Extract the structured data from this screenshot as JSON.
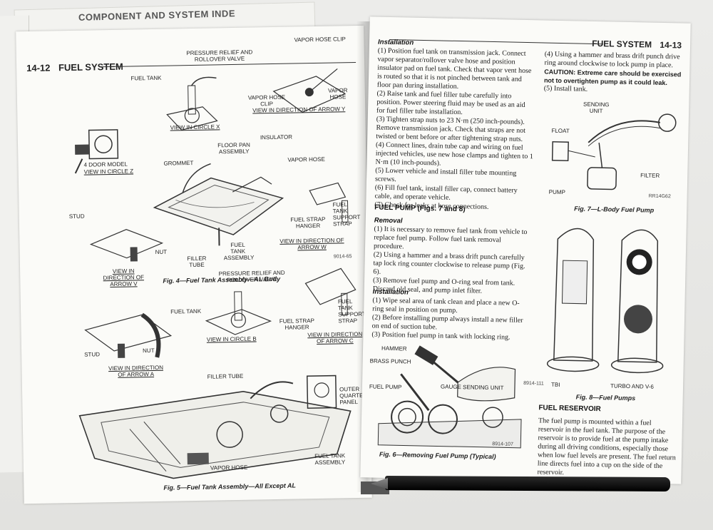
{
  "behind_page": {
    "header": "COMPONENT AND SYSTEM INDE"
  },
  "left_page": {
    "page_number": "14-12",
    "section": "FUEL SYSTEM",
    "labels": {
      "vapor_hose_clip": "VAPOR HOSE CLIP",
      "pressure_relief": "PRESSURE RELIEF AND ROLLOVER VALVE",
      "fuel_tank": "FUEL TANK",
      "vapor_hose_clip_2": "VAPOR HOSE CLIP",
      "vapor_hose": "VAPOR HOSE",
      "view_circle_x": "VIEW IN CIRCLE X",
      "view_arrow_y": "VIEW IN DIRECTION OF ARROW Y",
      "four_door": "4 DOOR MODEL",
      "view_circle_z": "VIEW IN CIRCLE Z",
      "insulator": "INSULATOR",
      "floor_pan": "FLOOR PAN ASSEMBLY",
      "grommet": "GROMMET",
      "vapor_hose_3": "VAPOR HOSE",
      "fuel_tank_support": "FUEL TANK SUPPORT STRAP",
      "fuel_strap_hanger": "FUEL STRAP HANGER",
      "view_arrow_w": "VIEW IN DIRECTION OF ARROW W",
      "stud": "STUD",
      "nut": "NUT",
      "filler_tube": "FILLER TUBE",
      "fuel_tank_assembly": "FUEL TANK ASSEMBLY",
      "view_arrow_v": "VIEW IN DIRECTION OF ARROW V",
      "pressure_relief_2": "PRESSURE RELIEF AND ROLLOVER VALVE",
      "fuel_tank_2": "FUEL TANK",
      "fuel_tank_support_2": "FUEL TANK SUPPORT STRAP",
      "fuel_strap_hanger_2": "FUEL STRAP HANGER",
      "stud_2": "STUD",
      "nut_2": "NUT",
      "view_circle_b": "VIEW IN CIRCLE B",
      "view_arrow_c": "VIEW IN DIRECTION OF ARROW C",
      "view_arrow_a": "VIEW IN DIRECTION OF ARROW A",
      "filler_tube_2": "FILLER TUBE",
      "outer_quarter": "OUTER QUARTER PANEL",
      "vapor_hose_4": "VAPOR HOSE",
      "fuel_tank_assembly_2": "FUEL TANK ASSEMBLY",
      "code_1": "9014-65"
    },
    "fig4": "Fig. 4—Fuel Tank Assembly—AL Body",
    "fig5": "Fig. 5—Fuel Tank Assembly—All Except AL"
  },
  "right_page": {
    "section": "FUEL SYSTEM",
    "page_number": "14-13",
    "installation_heading": "Installation",
    "installation_steps": [
      "(1) Position fuel tank on transmission jack. Connect vapor separator/rollover valve hose and position insulator pad on fuel tank. Check that vapor vent hose is routed so that it is not pinched between tank and floor pan during installation.",
      "(2) Raise tank and fuel filler tube carefully into position. Power steering fluid may be used as an aid for fuel filler tube installation.",
      "(3) Tighten strap nuts to 23 N·m (250 inch-pounds). Remove transmission jack. Check that straps are not twisted or bent before or after tightening strap nuts.",
      "(4) Connect lines, drain tube cap and wiring on fuel injected vehicles, use new hose clamps and tighten to 1 N·m (10 inch-pounds).",
      "(5) Lower vehicle and install filler tube mounting screws.",
      "(6) Fill fuel tank, install filler cap, connect battery cable, and operate vehicle.",
      "(7) Check for leaks at hose connections."
    ],
    "col2_steps": [
      "(4) Using a hammer and brass drift punch drive ring around clockwise to lock pump in place.",
      "(5) Install tank."
    ],
    "caution": "CAUTION: Extreme care should be exercised not to overtighten pump as it could leak.",
    "fuel_pump_heading": "FUEL PUMP (Figs. 7 and 8)",
    "removal_heading": "Removal",
    "removal_steps": [
      "(1) It is necessary to remove fuel tank from vehicle to replace fuel pump. Follow fuel tank removal procedure.",
      "(2) Using a hammer and a brass drift punch carefully tap lock ring counter clockwise to release pump (Fig. 6).",
      "(3) Remove fuel pump and O-ring seal from tank. Discard old seal, and pump inlet filter."
    ],
    "installation2_heading": "Installation",
    "installation2_steps": [
      "(1) Wipe seal area of tank clean and place a new O-ring seal in position on pump.",
      "(2) Before installing pump always install a new filler on end of suction tube.",
      "(3) Position fuel pump in tank with locking ring."
    ],
    "fig7_labels": {
      "sending": "SENDING UNIT",
      "float": "FLOAT",
      "filter": "FILTER",
      "pump": "PUMP",
      "code": "RR14G62"
    },
    "fig7": "Fig. 7—L-Body Fuel Pump",
    "fig8_labels": {
      "tbi": "TBI",
      "turbo": "TURBO AND V-6",
      "code": "8914-111"
    },
    "fig8": "Fig. 8—Fuel Pumps",
    "fig6_labels": {
      "hammer": "HAMMER",
      "brass": "BRASS PUNCH",
      "fuel_pump": "FUEL PUMP",
      "gauge": "GAUGE SENDING UNIT",
      "code": "8914-107"
    },
    "fig6": "Fig. 6—Removing Fuel Pump (Typical)",
    "reservoir_heading": "FUEL RESERVOIR",
    "reservoir_text": "The fuel pump is mounted within a fuel reservoir in the fuel tank. The purpose of the reservoir is to provide fuel at the pump intake during all driving conditions, especially those when low fuel levels are present. The fuel return line directs fuel into a cup on the side of the reservoir."
  }
}
